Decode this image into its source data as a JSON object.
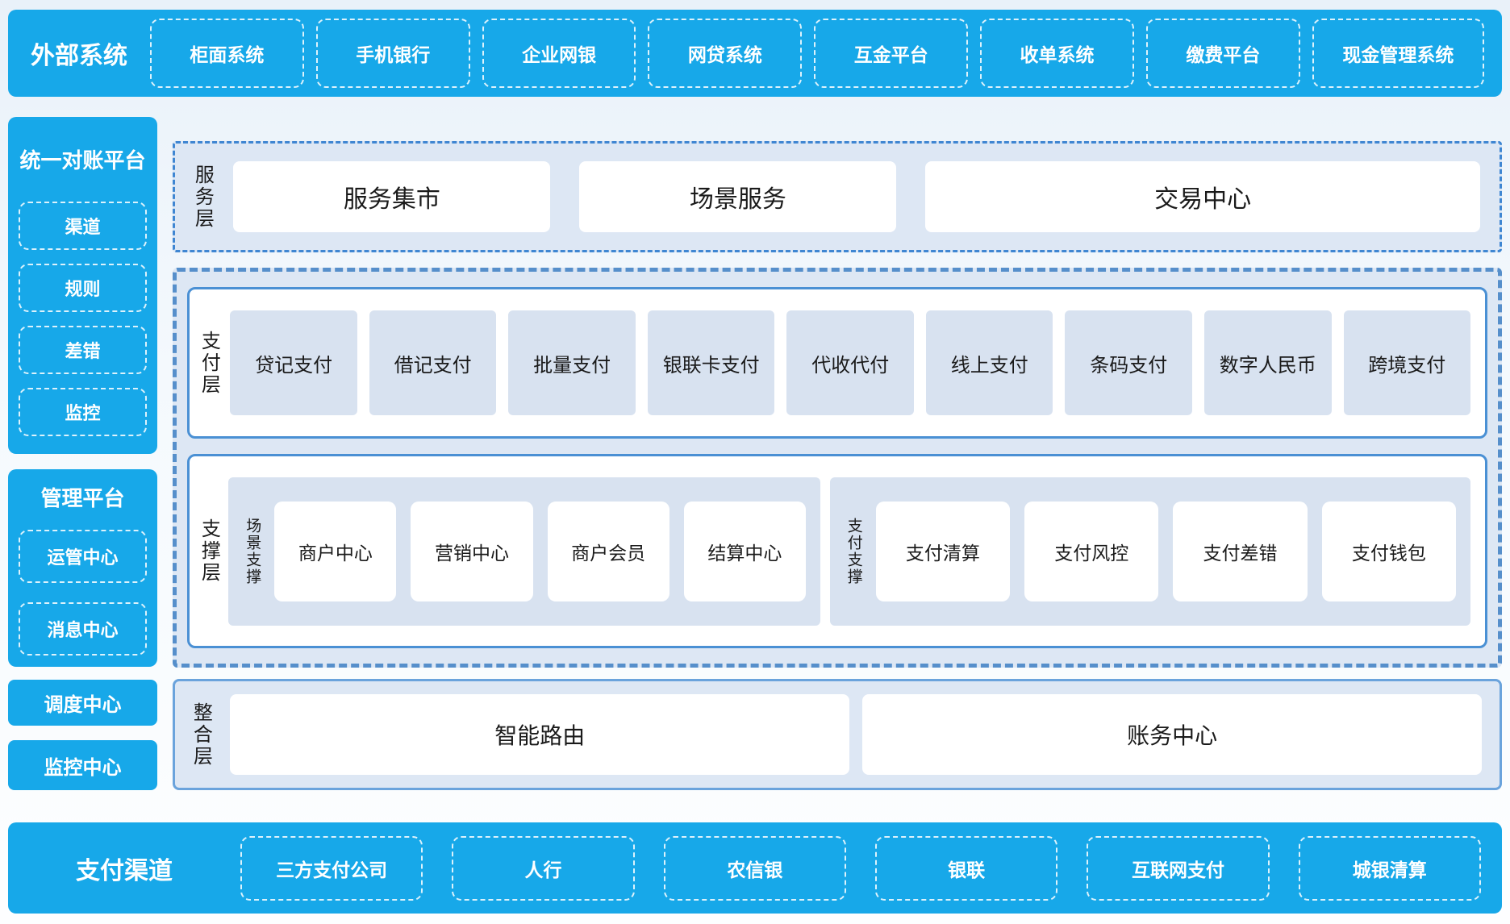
{
  "colors": {
    "primary_blue": "#17a8e9",
    "container_bg": "#dde7f4",
    "item_bg": "#d8e2f0",
    "solid_border_blue": "#4a90d4",
    "dashed_border_blue": "#568fcb",
    "text_dark": "#1a1a1a",
    "text_white": "#ffffff"
  },
  "external_systems": {
    "label": "外部系统",
    "items": [
      "柜面系统",
      "手机银行",
      "企业网银",
      "网贷系统",
      "互金平台",
      "收单系统",
      "缴费平台",
      "现金管理系统"
    ]
  },
  "reconciliation_platform": {
    "title": "统一对账平台",
    "items": [
      "渠道",
      "规则",
      "差错",
      "监控"
    ]
  },
  "management_platform": {
    "title": "管理平台",
    "items": [
      "运管中心",
      "消息中心"
    ]
  },
  "dispatch_center": {
    "label": "调度中心"
  },
  "monitor_center": {
    "label": "监控中心"
  },
  "service_layer": {
    "label": "服务层",
    "items": [
      "服务集市",
      "场景服务",
      "交易中心"
    ]
  },
  "payment_layer": {
    "label": "支付层",
    "items": [
      "贷记支付",
      "借记支付",
      "批量支付",
      "银联卡支付",
      "代收代付",
      "线上支付",
      "条码支付",
      "数字人民币",
      "跨境支付"
    ]
  },
  "support_layer": {
    "label": "支撑层",
    "groups": [
      {
        "label": "场景支撑",
        "items": [
          "商户中心",
          "营销中心",
          "商户会员",
          "结算中心"
        ]
      },
      {
        "label": "支付支撑",
        "items": [
          "支付清算",
          "支付风控",
          "支付差错",
          "支付钱包"
        ]
      }
    ]
  },
  "integration_layer": {
    "label": "整合层",
    "items": [
      "智能路由",
      "账务中心"
    ]
  },
  "payment_channels": {
    "label": "支付渠道",
    "items": [
      "三方支付公司",
      "人行",
      "农信银",
      "银联",
      "互联网支付",
      "城银清算"
    ]
  }
}
